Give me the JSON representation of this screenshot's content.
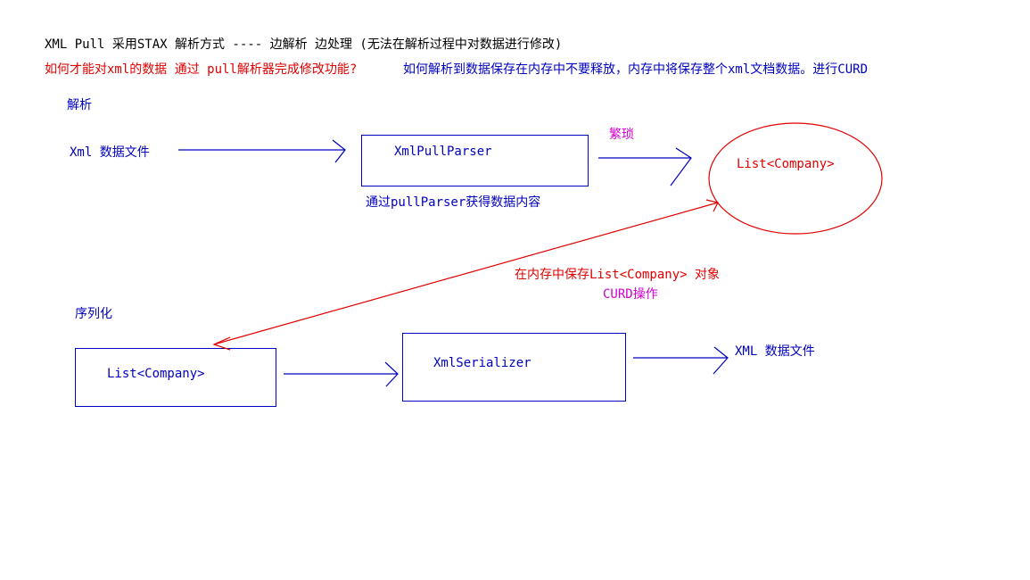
{
  "header": {
    "line1": "XML Pull 采用STAX 解析方式 ---- 边解析 边处理 (无法在解析过程中对数据进行修改)",
    "question_red": "如何才能对xml的数据 通过 pull解析器完成修改功能?",
    "answer_blue": "如何解析到数据保存在内存中不要释放，内存中将保存整个xml文档数据。进行CURD"
  },
  "parse_section": {
    "title": "解析",
    "source_label": "Xml 数据文件",
    "parser_box": "XmlPullParser",
    "parser_caption": "通过pullParser获得数据内容",
    "tedious_label": "繁琐",
    "list_ellipse": "List<Company>"
  },
  "memory_note": {
    "line1": "在内存中保存List<Company> 对象",
    "line2": "CURD操作"
  },
  "serialize_section": {
    "title": "序列化",
    "list_box": "List<Company>",
    "serializer_box": "XmlSerializer",
    "target_label": "XML 数据文件"
  },
  "colors": {
    "blue": "#0000c0",
    "red": "#e00000",
    "magenta": "#d000d0"
  }
}
